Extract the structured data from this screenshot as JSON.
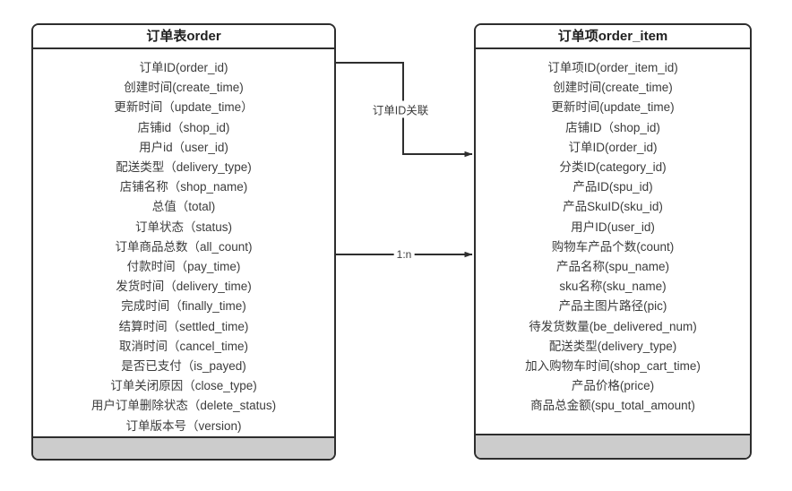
{
  "diagram": {
    "type": "er-diagram",
    "background": "#ffffff",
    "line_color": "#2e2e2e",
    "text_color": "#3c3c3c",
    "footer_color": "#cccccc"
  },
  "entities": [
    {
      "id": "order",
      "title": "订单表order",
      "fields": [
        "订单ID(order_id)",
        "创建时间(create_time)",
        "更新时间（update_time）",
        "店铺id（shop_id)",
        "用户id（user_id)",
        "配送类型（delivery_type)",
        "店铺名称（shop_name)",
        "总值（total)",
        "订单状态（status)",
        "订单商品总数（all_count)",
        "付款时间（pay_time)",
        "发货时间（delivery_time)",
        "完成时间（finally_time)",
        "结算时间（settled_time)",
        "取消时间（cancel_time)",
        "是否已支付（is_payed)",
        "订单关闭原因（close_type)",
        "用户订单删除状态（delete_status)",
        "订单版本号（version)"
      ]
    },
    {
      "id": "order_item",
      "title": "订单项order_item",
      "fields": [
        "订单项ID(order_item_id)",
        "创建时间(create_time)",
        "更新时间(update_time)",
        "店铺ID（shop_id)",
        "订单ID(order_id)",
        "分类ID(category_id)",
        "产品ID(spu_id)",
        "产品SkuID(sku_id)",
        "用户ID(user_id)",
        "购物车产品个数(count)",
        "产品名称(spu_name)",
        "sku名称(sku_name)",
        "产品主图片路径(pic)",
        "待发货数量(be_delivered_num)",
        "配送类型(delivery_type)",
        "加入购物车时间(shop_cart_time)",
        "产品价格(price)",
        "商品总金额(spu_total_amount)"
      ]
    }
  ],
  "connectors": [
    {
      "id": "order-id-relation",
      "label": "订单ID关联",
      "from": "order",
      "to": "order_item"
    },
    {
      "id": "cardinality",
      "label": "1:n",
      "from": "order",
      "to": "order_item"
    }
  ]
}
